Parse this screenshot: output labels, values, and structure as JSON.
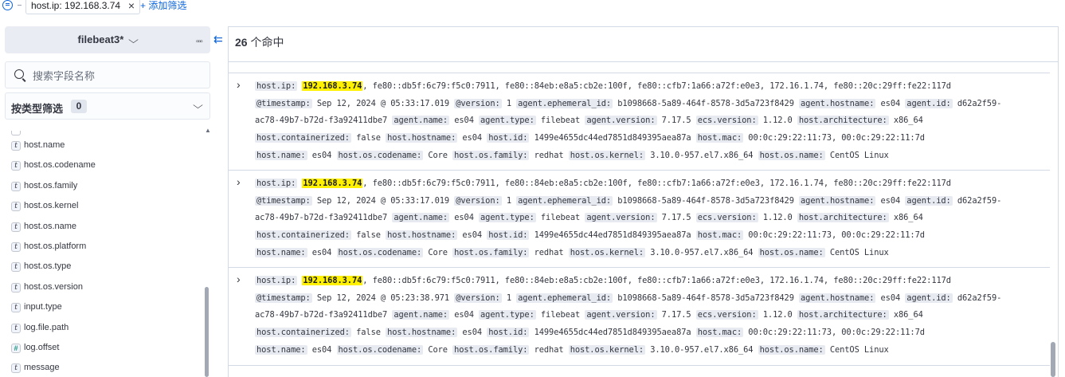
{
  "filterbar": {
    "pill_label": "host.ip: 192.168.3.74",
    "pill_close": "×",
    "add_filter": "+ 添加筛选"
  },
  "sidebar": {
    "index_pattern": "filebeat3*",
    "search_placeholder": "搜索字段名称",
    "type_filter_label": "按类型筛选",
    "type_filter_count": "0",
    "fields": [
      {
        "type": "t",
        "name": "host.name"
      },
      {
        "type": "t",
        "name": "host.os.codename"
      },
      {
        "type": "t",
        "name": "host.os.family"
      },
      {
        "type": "t",
        "name": "host.os.kernel"
      },
      {
        "type": "t",
        "name": "host.os.name"
      },
      {
        "type": "t",
        "name": "host.os.platform"
      },
      {
        "type": "t",
        "name": "host.os.type"
      },
      {
        "type": "t",
        "name": "host.os.version"
      },
      {
        "type": "t",
        "name": "input.type"
      },
      {
        "type": "t",
        "name": "log.file.path"
      },
      {
        "type": "#",
        "name": "log.offset"
      },
      {
        "type": "t",
        "name": "message"
      }
    ]
  },
  "main": {
    "hits_count": "26",
    "hits_label": "个命中"
  },
  "documents": [
    {
      "line1_key": "host.ip:",
      "line1_hl": "192.168.3.74",
      "line1_rest": ", fe80::db5f:6c79:f5c0:7911, fe80::84eb:e8a5:cb2e:100f, fe80::cfb7:1a66:a72f:e0e3, 172.16.1.74, fe80::20c:29ff:fe22:117d",
      "ts_key": "@timestamp:",
      "ts_val": "Sep 12, 2024 @ 05:33:17.019",
      "ver_key": "@version:",
      "ver_val": "1",
      "eph_key": "agent.ephemeral_id:",
      "eph_val": "b1098668-5a89-464f-8578-3d5a723f8429",
      "ahost_key": "agent.hostname:",
      "ahost_val": "es04",
      "aid_key": "agent.id:",
      "aid_val": "d62a2f59-",
      "aid_cont": "ac78-49b7-b72d-f3a92411dbe7",
      "aname_key": "agent.name:",
      "aname_val": "es04",
      "atype_key": "agent.type:",
      "atype_val": "filebeat",
      "aver_key": "agent.version:",
      "aver_val": "7.17.5",
      "ecs_key": "ecs.version:",
      "ecs_val": "1.12.0",
      "arch_key": "host.architecture:",
      "arch_val": "x86_64",
      "cont_key": "host.containerized:",
      "cont_val": "false",
      "hh_key": "host.hostname:",
      "hh_val": "es04",
      "hid_key": "host.id:",
      "hid_val": "1499e4655dc44ed7851d849395aea87a",
      "mac_key": "host.mac:",
      "mac_val": "00:0c:29:22:11:73, 00:0c:29:22:11:7d",
      "hn_key": "host.name:",
      "hn_val": "es04",
      "cod_key": "host.os.codename:",
      "cod_val": "Core",
      "fam_key": "host.os.family:",
      "fam_val": "redhat",
      "ker_key": "host.os.kernel:",
      "ker_val": "3.10.0-957.el7.x86_64",
      "osn_key": "host.os.name:",
      "osn_val": "CentOS Linux"
    },
    {
      "line1_key": "host.ip:",
      "line1_hl": "192.168.3.74",
      "line1_rest": ", fe80::db5f:6c79:f5c0:7911, fe80::84eb:e8a5:cb2e:100f, fe80::cfb7:1a66:a72f:e0e3, 172.16.1.74, fe80::20c:29ff:fe22:117d",
      "ts_key": "@timestamp:",
      "ts_val": "Sep 12, 2024 @ 05:33:17.019",
      "ver_key": "@version:",
      "ver_val": "1",
      "eph_key": "agent.ephemeral_id:",
      "eph_val": "b1098668-5a89-464f-8578-3d5a723f8429",
      "ahost_key": "agent.hostname:",
      "ahost_val": "es04",
      "aid_key": "agent.id:",
      "aid_val": "d62a2f59-",
      "aid_cont": "ac78-49b7-b72d-f3a92411dbe7",
      "aname_key": "agent.name:",
      "aname_val": "es04",
      "atype_key": "agent.type:",
      "atype_val": "filebeat",
      "aver_key": "agent.version:",
      "aver_val": "7.17.5",
      "ecs_key": "ecs.version:",
      "ecs_val": "1.12.0",
      "arch_key": "host.architecture:",
      "arch_val": "x86_64",
      "cont_key": "host.containerized:",
      "cont_val": "false",
      "hh_key": "host.hostname:",
      "hh_val": "es04",
      "hid_key": "host.id:",
      "hid_val": "1499e4655dc44ed7851d849395aea87a",
      "mac_key": "host.mac:",
      "mac_val": "00:0c:29:22:11:73, 00:0c:29:22:11:7d",
      "hn_key": "host.name:",
      "hn_val": "es04",
      "cod_key": "host.os.codename:",
      "cod_val": "Core",
      "fam_key": "host.os.family:",
      "fam_val": "redhat",
      "ker_key": "host.os.kernel:",
      "ker_val": "3.10.0-957.el7.x86_64",
      "osn_key": "host.os.name:",
      "osn_val": "CentOS Linux"
    },
    {
      "line1_key": "host.ip:",
      "line1_hl": "192.168.3.74",
      "line1_rest": ", fe80::db5f:6c79:f5c0:7911, fe80::84eb:e8a5:cb2e:100f, fe80::cfb7:1a66:a72f:e0e3, 172.16.1.74, fe80::20c:29ff:fe22:117d",
      "ts_key": "@timestamp:",
      "ts_val": "Sep 12, 2024 @ 05:23:38.971",
      "ver_key": "@version:",
      "ver_val": "1",
      "eph_key": "agent.ephemeral_id:",
      "eph_val": "b1098668-5a89-464f-8578-3d5a723f8429",
      "ahost_key": "agent.hostname:",
      "ahost_val": "es04",
      "aid_key": "agent.id:",
      "aid_val": "d62a2f59-",
      "aid_cont": "ac78-49b7-b72d-f3a92411dbe7",
      "aname_key": "agent.name:",
      "aname_val": "es04",
      "atype_key": "agent.type:",
      "atype_val": "filebeat",
      "aver_key": "agent.version:",
      "aver_val": "7.17.5",
      "ecs_key": "ecs.version:",
      "ecs_val": "1.12.0",
      "arch_key": "host.architecture:",
      "arch_val": "x86_64",
      "cont_key": "host.containerized:",
      "cont_val": "false",
      "hh_key": "host.hostname:",
      "hh_val": "es04",
      "hid_key": "host.id:",
      "hid_val": "1499e4655dc44ed7851d849395aea87a",
      "mac_key": "host.mac:",
      "mac_val": "00:0c:29:22:11:73, 00:0c:29:22:11:7d",
      "hn_key": "host.name:",
      "hn_val": "es04",
      "cod_key": "host.os.codename:",
      "cod_val": "Core",
      "fam_key": "host.os.family:",
      "fam_val": "redhat",
      "ker_key": "host.os.kernel:",
      "ker_val": "3.10.0-957.el7.x86_64",
      "osn_key": "host.os.name:",
      "osn_val": "CentOS Linux"
    }
  ]
}
